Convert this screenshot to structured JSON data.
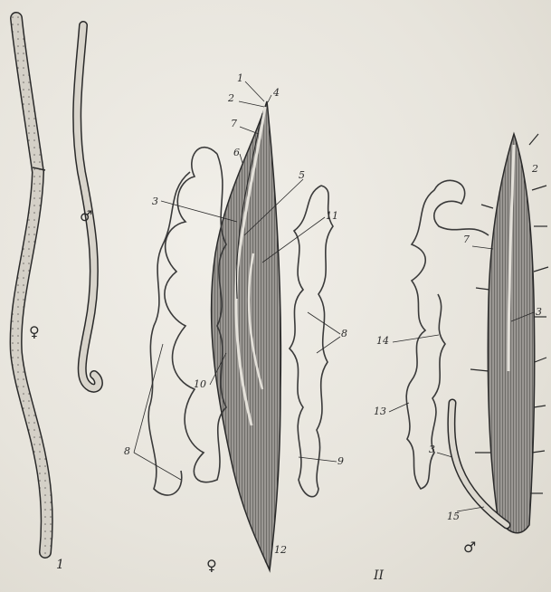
{
  "figure_labels": {
    "fig1": "1",
    "fig2": "II"
  },
  "sex_symbols": {
    "female": "♀",
    "male": "♂"
  },
  "organ_labels": {
    "l1": "1",
    "l2": "2",
    "l3": "3",
    "l4": "4",
    "l5": "5",
    "l6": "6",
    "l7": "7",
    "l8": "8",
    "l9": "9",
    "l10": "10",
    "l11": "11",
    "l12": "12",
    "l13": "13",
    "l14": "14",
    "l15": "15"
  },
  "colors": {
    "ink": "#2a2a2a",
    "paper": "#ebe8e1",
    "body_fill": "#8d8a86"
  }
}
